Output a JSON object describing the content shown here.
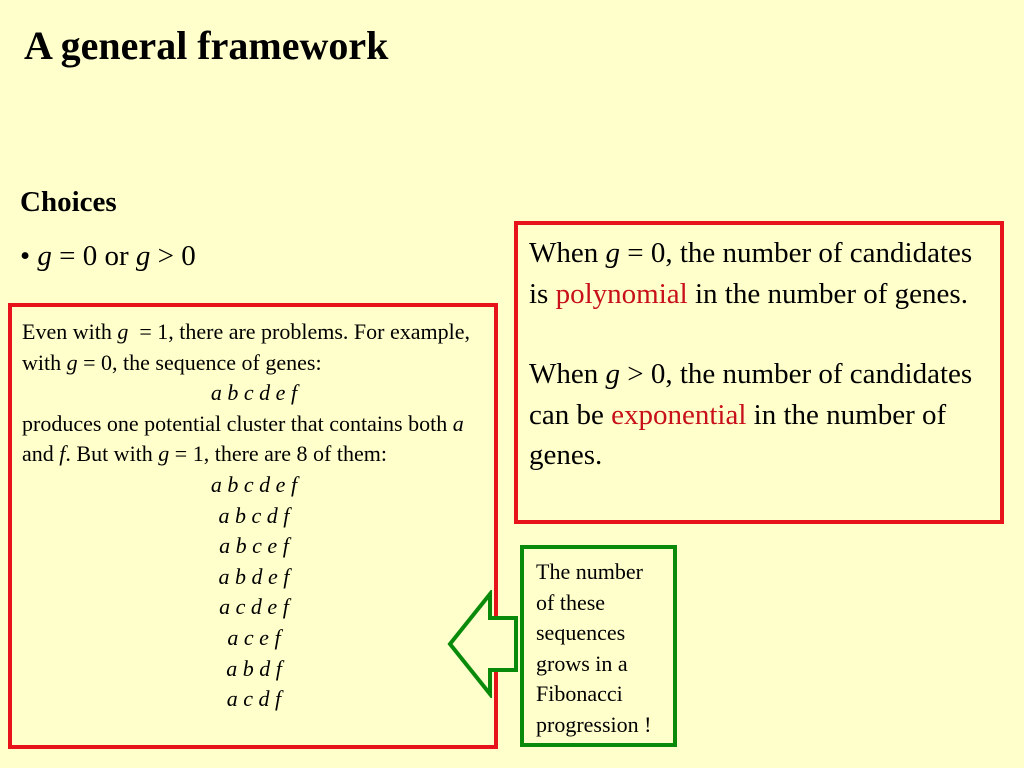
{
  "title": "A general framework",
  "choices": {
    "heading": "Choices",
    "bullet": {
      "dot": "•",
      "g1": "g",
      "t1": " = 0 or ",
      "g2": "g",
      "t2": " > 0"
    }
  },
  "left_box": {
    "p1": {
      "a": "Even with ",
      "g": "g",
      "b": "  = 1, there are problems. For example, with ",
      "g2": "g",
      "c": " = 0, the sequence of genes:"
    },
    "seq0": "a b c d e f",
    "p2": {
      "a": "produces one potential cluster that contains both ",
      "ia": "a",
      "b": " and ",
      "if": "f",
      "c": ". But with ",
      "g": "g",
      "d": " = 1, there are 8 of them:"
    },
    "sequences": [
      "a b c d e f",
      "a b c d f",
      "a b c e f",
      "a b d e f",
      "a c d e f",
      "a c e f",
      "a b d f",
      "a c d f"
    ]
  },
  "right_box": {
    "p1": {
      "a": "When ",
      "g": "g",
      "b": " = 0, the number of candidates is ",
      "hl": "polynomial",
      "c": " in the number of genes."
    },
    "p2": {
      "a": "When ",
      "g": "g",
      "b": " > 0, the number of candidates can be ",
      "hl": "exponential",
      "c": " in the number of genes."
    }
  },
  "green_box": {
    "text": "The number of these sequences grows in a Fibonacci progression !"
  },
  "colors": {
    "background": "#FFFFCC",
    "red_border": "#E8131A",
    "red_text": "#C8101A",
    "green_border": "#0A8A0A"
  },
  "icons": {
    "arrow": "green-left-arrow"
  }
}
